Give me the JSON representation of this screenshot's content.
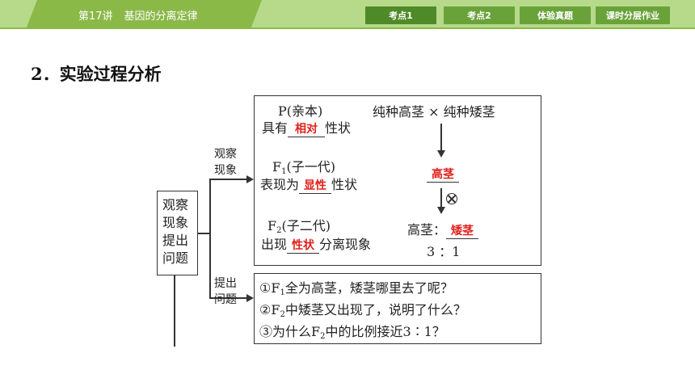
{
  "header": {
    "lecture": "第17讲",
    "title": "基因的分离定律",
    "tabs": [
      {
        "label": "考点1",
        "active": true
      },
      {
        "label": "考点2",
        "active": false
      },
      {
        "label": "体验真题",
        "active": false
      },
      {
        "label": "课时分层作业",
        "active": false
      }
    ]
  },
  "section": {
    "heading": "2．实验过程分析"
  },
  "diagram": {
    "left_box": [
      "观察",
      "现象",
      "提出",
      "问题"
    ],
    "branch_observe": [
      "观察",
      "现象"
    ],
    "branch_question": [
      "提出",
      "问题"
    ],
    "upper_box": {
      "p_label": "P(亲本)",
      "p_prefix": "具有",
      "p_answer": "相对",
      "p_suffix": "性状",
      "f1_label_main": "F",
      "f1_label_sub": "1",
      "f1_label_rest": "(子一代)",
      "f1_prefix": "表现为",
      "f1_answer": "显性",
      "f1_suffix": "性状",
      "f2_label_main": "F",
      "f2_label_sub": "2",
      "f2_label_rest": "(子二代)",
      "f2_prefix": "出现",
      "f2_answer": "性状",
      "f2_suffix": "分离现象",
      "cross": "纯种高茎 × 纯种矮茎",
      "f1_result": "高茎",
      "self_cross_symbol": "⊗",
      "f2_left": "高茎：",
      "f2_right": "矮茎",
      "ratio": "3 ：1"
    },
    "lower_box": {
      "q1_a": "①F",
      "q1_sub": "1",
      "q1_b": "全为高茎，矮茎哪里去了呢？",
      "q2_a": "②F",
      "q2_sub": "2",
      "q2_b": "中矮茎又出现了，说明了什么？",
      "q3_a": "③为什么F",
      "q3_sub": "2",
      "q3_b": "中的比例接近3∶1？"
    }
  },
  "colors": {
    "header_bg": "#b7d98a",
    "title_bg": "#8ab948",
    "tab_bg": "#6aa23a",
    "answer_red": "#e0201a"
  }
}
